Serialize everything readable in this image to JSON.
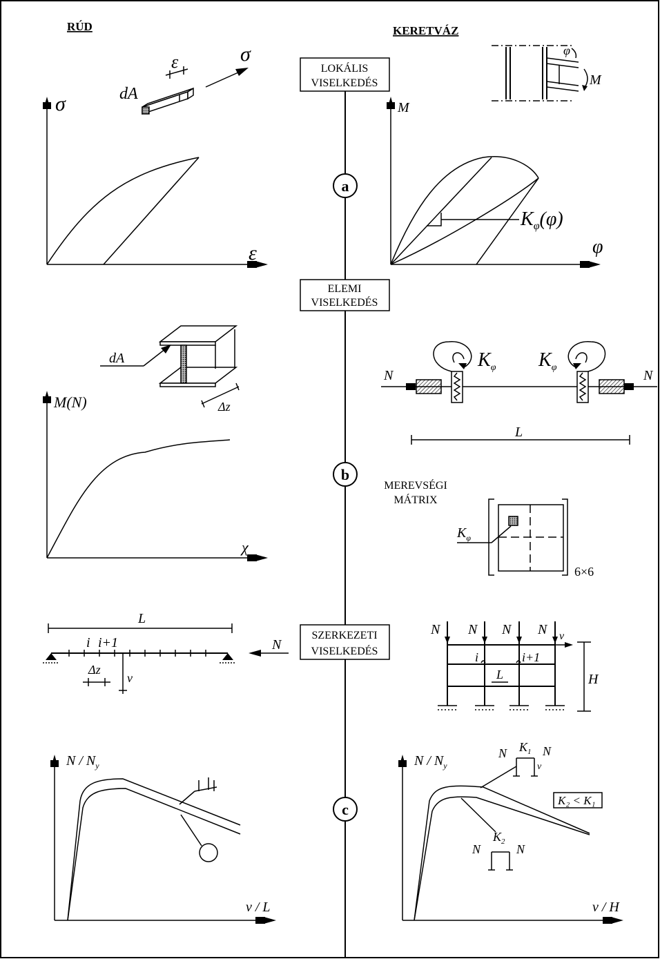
{
  "headers": {
    "left": "RÚD",
    "right": "KERETVÁZ"
  },
  "stages": {
    "local": [
      "LOKÁLIS",
      "VISELKEDÉS"
    ],
    "element": [
      "ELEMI",
      "VISELKEDÉS"
    ],
    "structural": [
      "SZERKEZETI",
      "VISELKEDÉS"
    ]
  },
  "circles": {
    "a": "a",
    "b": "b",
    "c": "c"
  },
  "panel_a_left": {
    "y_axis": "σ",
    "x_axis": "ε",
    "eps": "ε",
    "sig": "σ",
    "dA": "dA"
  },
  "panel_a_right": {
    "y_axis": "M",
    "x_axis": "φ",
    "stiff": "K",
    "stiff_sub": "φ",
    "stiff_arg": "(φ)",
    "phi": "φ",
    "M": "M"
  },
  "panel_b_left": {
    "dA": "dA",
    "dz": "Δz",
    "y_axis": "M(N)",
    "x_axis": "χ"
  },
  "panel_b_right": {
    "N_left": "N",
    "N_right": "N",
    "K1": "K",
    "K1_sub": "φ",
    "K2": "K",
    "K2_sub": "φ",
    "L": "L",
    "matrix_title": [
      "MEREVSÉGI",
      "MÁTRIX"
    ],
    "matrix_K": "K",
    "matrix_K_sub": "φ",
    "matrix_size": "6×6"
  },
  "panel_c_left_top": {
    "L": "L",
    "i": "i",
    "i1": "i+1",
    "dz": "Δz",
    "v": "v",
    "N": "N"
  },
  "panel_c_right_top": {
    "N1": "N",
    "N2": "N",
    "N3": "N",
    "N4": "N",
    "v": "v",
    "i": "i",
    "i1": "i+1",
    "L": "L",
    "H": "H"
  },
  "panel_c_left": {
    "y_axis": "N / N",
    "y_sub": "y",
    "x_axis": "v / L"
  },
  "panel_c_right": {
    "y_axis": "N / N",
    "y_sub": "y",
    "x_axis": "v / H",
    "K1": "K",
    "K1_sub": "1",
    "K2": "K",
    "K2_sub": "2",
    "N_a": "N",
    "N_b": "N",
    "N_c": "N",
    "N_d": "N",
    "v": "v",
    "compare": "K₂ < K₁"
  }
}
